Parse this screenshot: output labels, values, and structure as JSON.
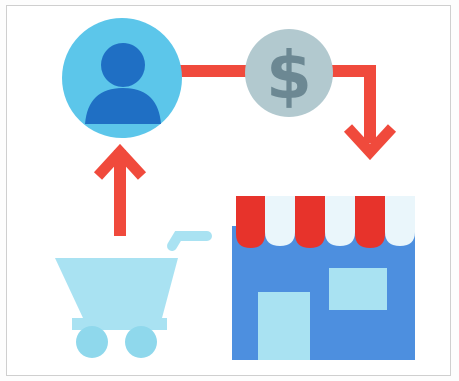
{
  "diagram": {
    "currency_symbol": "$",
    "nodes": [
      {
        "id": "customer",
        "icon": "user-avatar-icon"
      },
      {
        "id": "payment",
        "icon": "dollar-coin-icon"
      },
      {
        "id": "store",
        "icon": "storefront-icon"
      },
      {
        "id": "cart",
        "icon": "shopping-cart-icon"
      }
    ],
    "flow": [
      {
        "from": "customer",
        "to": "payment"
      },
      {
        "from": "payment",
        "to": "store"
      },
      {
        "from": "cart",
        "to": "customer"
      }
    ],
    "colors": {
      "arrow": "#f04a3c",
      "avatar_bg": "#5cc6ea",
      "avatar_person": "#1f6fc4",
      "coin": "#b2c9cf",
      "coin_symbol": "#6c8893",
      "store_body": "#4d8fdf",
      "store_awning_red": "#e7332b",
      "store_awning_white": "#eaf6fb",
      "store_window": "#a9e2f2",
      "cart": "#a9e2f2",
      "cart_wheel": "#8fd8ec"
    }
  }
}
